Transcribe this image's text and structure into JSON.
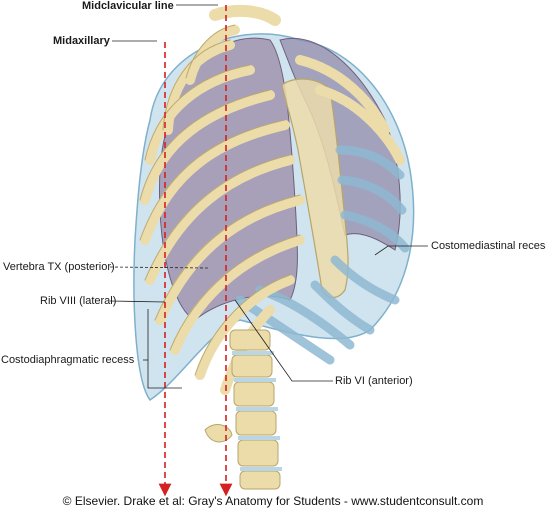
{
  "labels": {
    "midclavicular": "Midclavicular line",
    "midaxillary": "Midaxillary",
    "vertebra": "Vertebra TX (posterior)",
    "rib8": "Rib VIII (lateral)",
    "costodiaphragmatic": "Costodiaphragmatic recess",
    "costomediastinal": "Costomediastinal recess",
    "rib6": "Rib VI (anterior)"
  },
  "credit": "© Elsevier. Drake et al: Gray's Anatomy for Students - www.studentconsult.com",
  "colors": {
    "guide_line": "#d42020",
    "bone": "#ecdcaa",
    "bone_edge": "#b8a56a",
    "lung": "#9b8aa6",
    "pleura": "#a9cde0",
    "cartilage": "#b9d6e6"
  }
}
